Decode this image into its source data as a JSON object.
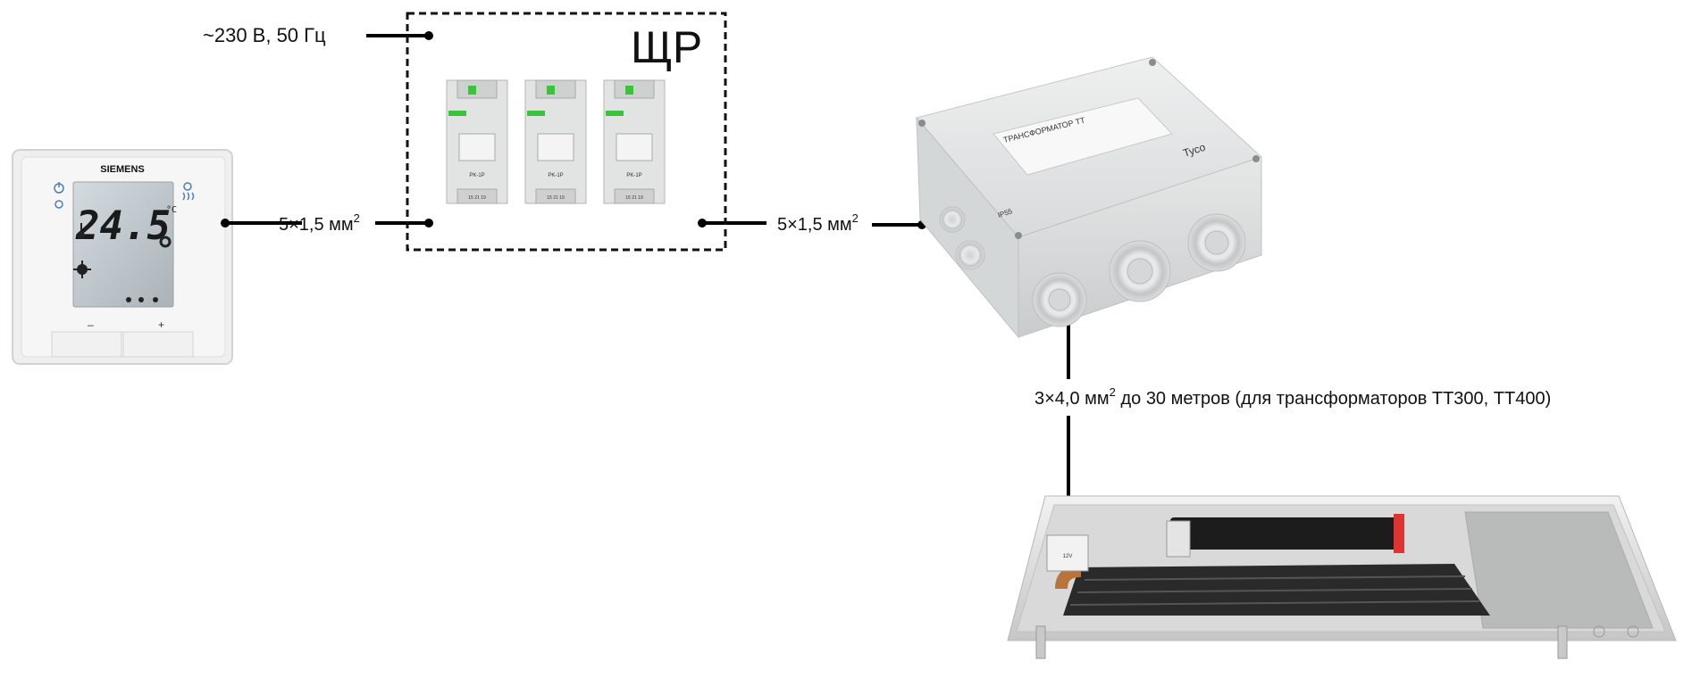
{
  "labels": {
    "power": "~230 В, 50 Гц",
    "panel_title": "ЩР",
    "cable_thermostat": "5×1,5 мм",
    "cable_thermostat_sup": "2",
    "cable_transformer": "5×1,5 мм",
    "cable_transformer_sup": "2",
    "cable_convector_main": "3×4,0 мм",
    "cable_convector_sup": "2",
    "cable_convector_rest": " до 30 метров (для трансформаторов ТТ300, ТТ400)"
  },
  "thermostat": {
    "brand": "SIEMENS",
    "temperature": "24.5",
    "unit": "°C",
    "minus": "–",
    "plus": "+"
  },
  "relays": {
    "model": "PK-1P",
    "terminals": "15 21 19"
  },
  "transformer": {
    "label_title": "ТРАНСФОРМАТОР  ТТ",
    "brand": "Tyco",
    "rating": "IP55"
  },
  "convector": {
    "tag": "12V"
  },
  "colors": {
    "wire": "#000000",
    "dash": "#111111",
    "relay_green": "#3cc23c",
    "box": "#e8eaea",
    "frame": "#d9d9d9",
    "lcd": "#bcc4c9"
  }
}
